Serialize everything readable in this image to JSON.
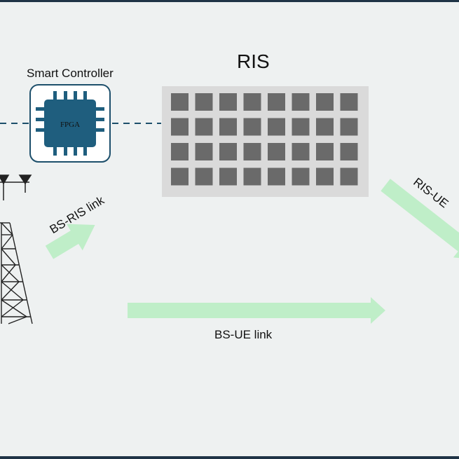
{
  "ris": {
    "title": "RIS",
    "rows": 4,
    "cols": 8
  },
  "controller": {
    "title": "Smart Controller",
    "chip_label": "FPGA"
  },
  "links": {
    "bs_ris": "BS-RIS link",
    "bs_ue": "BS-UE link",
    "ris_ue": "RIS-UE"
  },
  "colors": {
    "background": "#eef1f1",
    "frame": "#1f3346",
    "chip_fill": "#1f5e7e",
    "chip_border": "#1d4f6b",
    "ris_panel": "#dadada",
    "ris_element": "#6a6a6a",
    "link_arrow": "#bfeec8",
    "control_line": "#1d4f6b",
    "tower": "#222222"
  }
}
